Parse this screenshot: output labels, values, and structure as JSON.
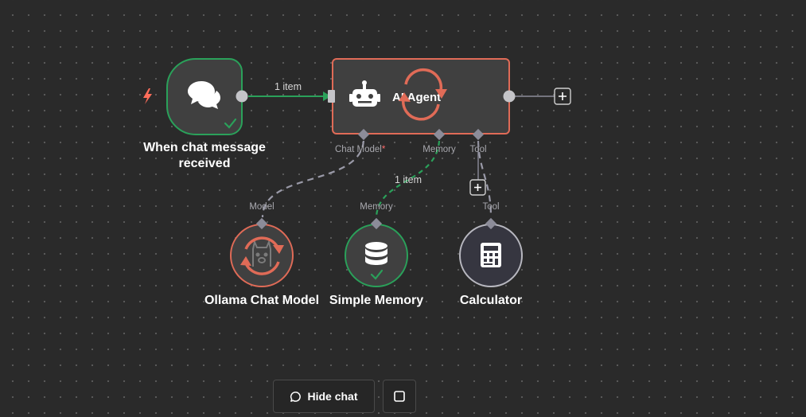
{
  "nodes": {
    "chat_trigger": {
      "label_line1": "When chat message",
      "label_line2": "received",
      "icon": "chat-bubbles-icon",
      "status": "success"
    },
    "ai_agent": {
      "label": "AI Agent",
      "icon": "robot-icon",
      "status": "running"
    },
    "ollama": {
      "label": "Ollama Chat Model",
      "icon": "llama-icon",
      "status": "running"
    },
    "memory": {
      "label": "Simple Memory",
      "icon": "database-icon",
      "status": "success"
    },
    "calculator": {
      "label": "Calculator",
      "icon": "calculator-icon"
    }
  },
  "ports": {
    "chat_model": "Chat Model",
    "chat_model_required": "*",
    "memory": "Memory",
    "tool": "Tool",
    "model_in": "Model",
    "memory_in": "Memory",
    "tool_in": "Tool"
  },
  "edges": {
    "trigger_to_agent": "1 item",
    "memory_to_agent": "1 item"
  },
  "controls": {
    "hide_chat": "Hide chat",
    "hide_chat_icon": "chat-bubble-icon",
    "stop_icon": "square-stop-icon"
  },
  "colors": {
    "success": "#2aa15a",
    "running": "#e06b57",
    "edge_main": "#2aa15a",
    "edge_dashed": "#9a9aa8",
    "port": "#8c8c99",
    "trigger_bolt": "#ff6d5a"
  }
}
